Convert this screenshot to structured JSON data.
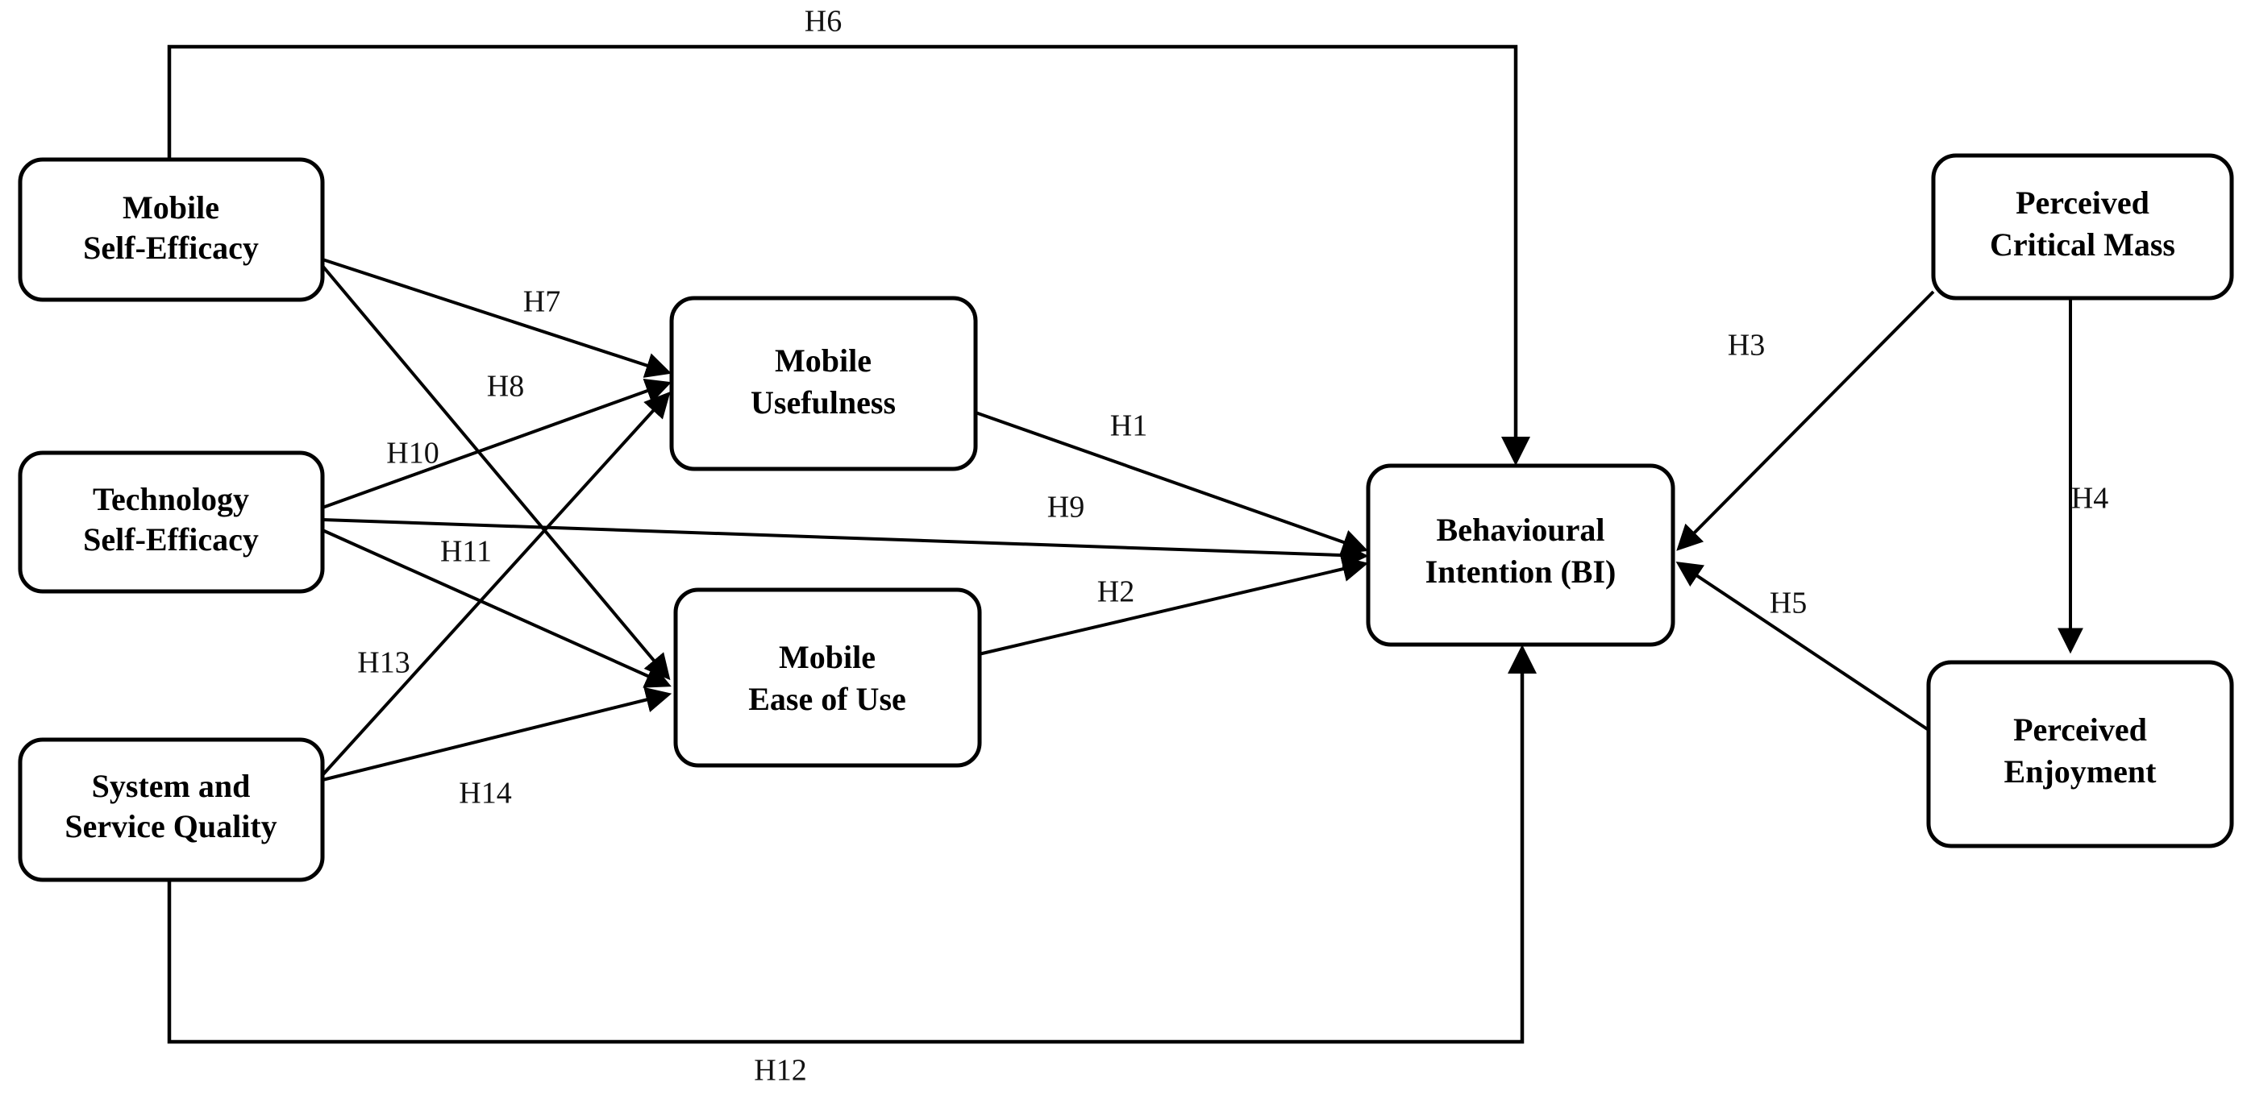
{
  "diagram": {
    "type": "research-model-path-diagram",
    "background": "#ffffff",
    "stroke_color": "#000000",
    "nodes": [
      {
        "id": "mobile-self-efficacy",
        "line1": "Mobile",
        "line2": "Self-Efficacy"
      },
      {
        "id": "technology-self-efficacy",
        "line1": "Technology",
        "line2": "Self-Efficacy"
      },
      {
        "id": "system-and-service-quality",
        "line1": "System and",
        "line2": "Service Quality"
      },
      {
        "id": "mobile-usefulness",
        "line1": "Mobile",
        "line2": "Usefulness"
      },
      {
        "id": "mobile-ease-of-use",
        "line1": "Mobile",
        "line2": "Ease of Use"
      },
      {
        "id": "behavioural-intention",
        "line1": "Behavioural",
        "line2": "Intention (BI)"
      },
      {
        "id": "perceived-critical-mass",
        "line1": "Perceived",
        "line2": "Critical Mass"
      },
      {
        "id": "perceived-enjoyment",
        "line1": "Perceived",
        "line2": "Enjoyment"
      }
    ],
    "hypotheses": [
      {
        "id": "H1",
        "label": "H1",
        "from": "mobile-usefulness",
        "to": "behavioural-intention"
      },
      {
        "id": "H2",
        "label": "H2",
        "from": "mobile-ease-of-use",
        "to": "behavioural-intention"
      },
      {
        "id": "H3",
        "label": "H3",
        "from": "perceived-critical-mass",
        "to": "behavioural-intention"
      },
      {
        "id": "H4",
        "label": "H4",
        "from": "perceived-critical-mass",
        "to": "perceived-enjoyment"
      },
      {
        "id": "H5",
        "label": "H5",
        "from": "perceived-enjoyment",
        "to": "behavioural-intention"
      },
      {
        "id": "H6",
        "label": "H6",
        "from": "mobile-self-efficacy",
        "to": "behavioural-intention"
      },
      {
        "id": "H7",
        "label": "H7",
        "from": "mobile-self-efficacy",
        "to": "mobile-usefulness"
      },
      {
        "id": "H8",
        "label": "H8",
        "from": "mobile-self-efficacy",
        "to": "mobile-ease-of-use"
      },
      {
        "id": "H9",
        "label": "H9",
        "from": "technology-self-efficacy",
        "to": "behavioural-intention"
      },
      {
        "id": "H10",
        "label": "H10",
        "from": "technology-self-efficacy",
        "to": "mobile-usefulness"
      },
      {
        "id": "H11",
        "label": "H11",
        "from": "technology-self-efficacy",
        "to": "mobile-ease-of-use"
      },
      {
        "id": "H12",
        "label": "H12",
        "from": "system-and-service-quality",
        "to": "behavioural-intention"
      },
      {
        "id": "H13",
        "label": "H13",
        "from": "system-and-service-quality",
        "to": "mobile-usefulness"
      },
      {
        "id": "H14",
        "label": "H14",
        "from": "system-and-service-quality",
        "to": "mobile-ease-of-use"
      }
    ]
  }
}
